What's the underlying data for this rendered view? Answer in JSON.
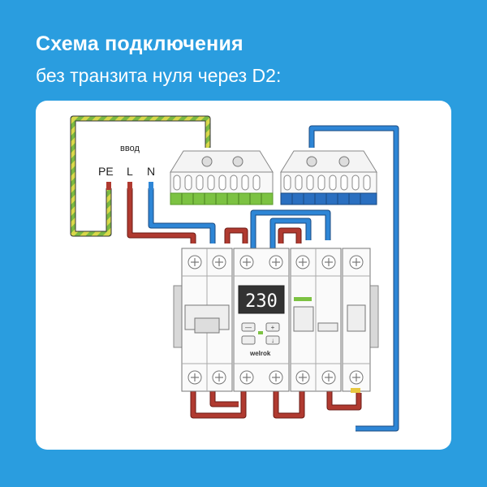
{
  "header": {
    "title": "Схема подключения",
    "subtitle": "без транзита нуля через D2:"
  },
  "diagram": {
    "input_label": "ввод",
    "terminals": [
      "PE",
      "L",
      "N"
    ],
    "relay_display": "230",
    "relay_brand": "welrok",
    "relay_buttons": [
      "—",
      "+",
      "",
      "↓"
    ]
  },
  "colors": {
    "background": "#2a9ddf",
    "phase_wire": "#a8322a",
    "neutral_wire": "#1f6fb8",
    "ground_wire_yellow": "#d8d84a",
    "ground_wire_green": "#7ab842",
    "green_connector": "#7cc242",
    "blue_connector": "#2a6fc0"
  }
}
